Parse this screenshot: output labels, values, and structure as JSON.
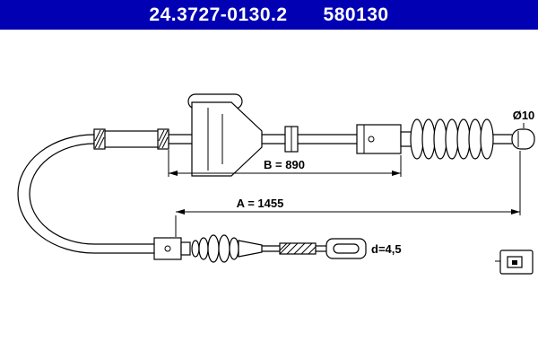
{
  "header": {
    "part_number": "24.3727-0130.2",
    "reference": "580130",
    "bg_color": "#0101B3",
    "text_color": "#FFFFFF"
  },
  "labels": {
    "dim_b": "B = 890",
    "dim_a": "A = 1455",
    "diameter": "Ø10",
    "d": "d=4,5"
  },
  "colors": {
    "line": "#000000",
    "background": "#FFFFFF"
  }
}
